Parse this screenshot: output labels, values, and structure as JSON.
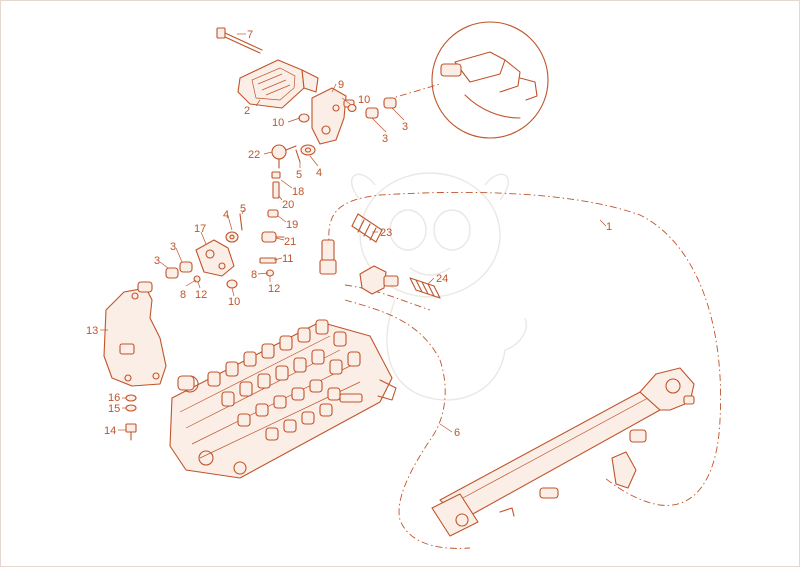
{
  "diagram": {
    "accent_color": "#c0542a",
    "callouts": [
      {
        "id": "c7a",
        "text": "7"
      },
      {
        "id": "c9",
        "text": "9"
      },
      {
        "id": "c10a",
        "text": "10"
      },
      {
        "id": "c2",
        "text": "2"
      },
      {
        "id": "c10b",
        "text": "10"
      },
      {
        "id": "c3a",
        "text": "3"
      },
      {
        "id": "c3b",
        "text": "3"
      },
      {
        "id": "c22",
        "text": "22"
      },
      {
        "id": "c5a",
        "text": "5"
      },
      {
        "id": "c4a",
        "text": "4"
      },
      {
        "id": "c18",
        "text": "18"
      },
      {
        "id": "c20",
        "text": "20"
      },
      {
        "id": "c19",
        "text": "19"
      },
      {
        "id": "c21",
        "text": "21"
      },
      {
        "id": "c5b",
        "text": "5"
      },
      {
        "id": "c4b",
        "text": "4"
      },
      {
        "id": "c17",
        "text": "17"
      },
      {
        "id": "c3c",
        "text": "3"
      },
      {
        "id": "c3d",
        "text": "3"
      },
      {
        "id": "c11",
        "text": "11"
      },
      {
        "id": "c8a",
        "text": "8"
      },
      {
        "id": "c8b",
        "text": "8"
      },
      {
        "id": "c12a",
        "text": "12"
      },
      {
        "id": "c12b",
        "text": "12"
      },
      {
        "id": "c10c",
        "text": "10"
      },
      {
        "id": "c13",
        "text": "13"
      },
      {
        "id": "c16",
        "text": "16"
      },
      {
        "id": "c15",
        "text": "15"
      },
      {
        "id": "c14",
        "text": "14"
      },
      {
        "id": "c23",
        "text": "23"
      },
      {
        "id": "c24",
        "text": "24"
      },
      {
        "id": "c1",
        "text": "1"
      },
      {
        "id": "c6",
        "text": "6"
      }
    ]
  }
}
